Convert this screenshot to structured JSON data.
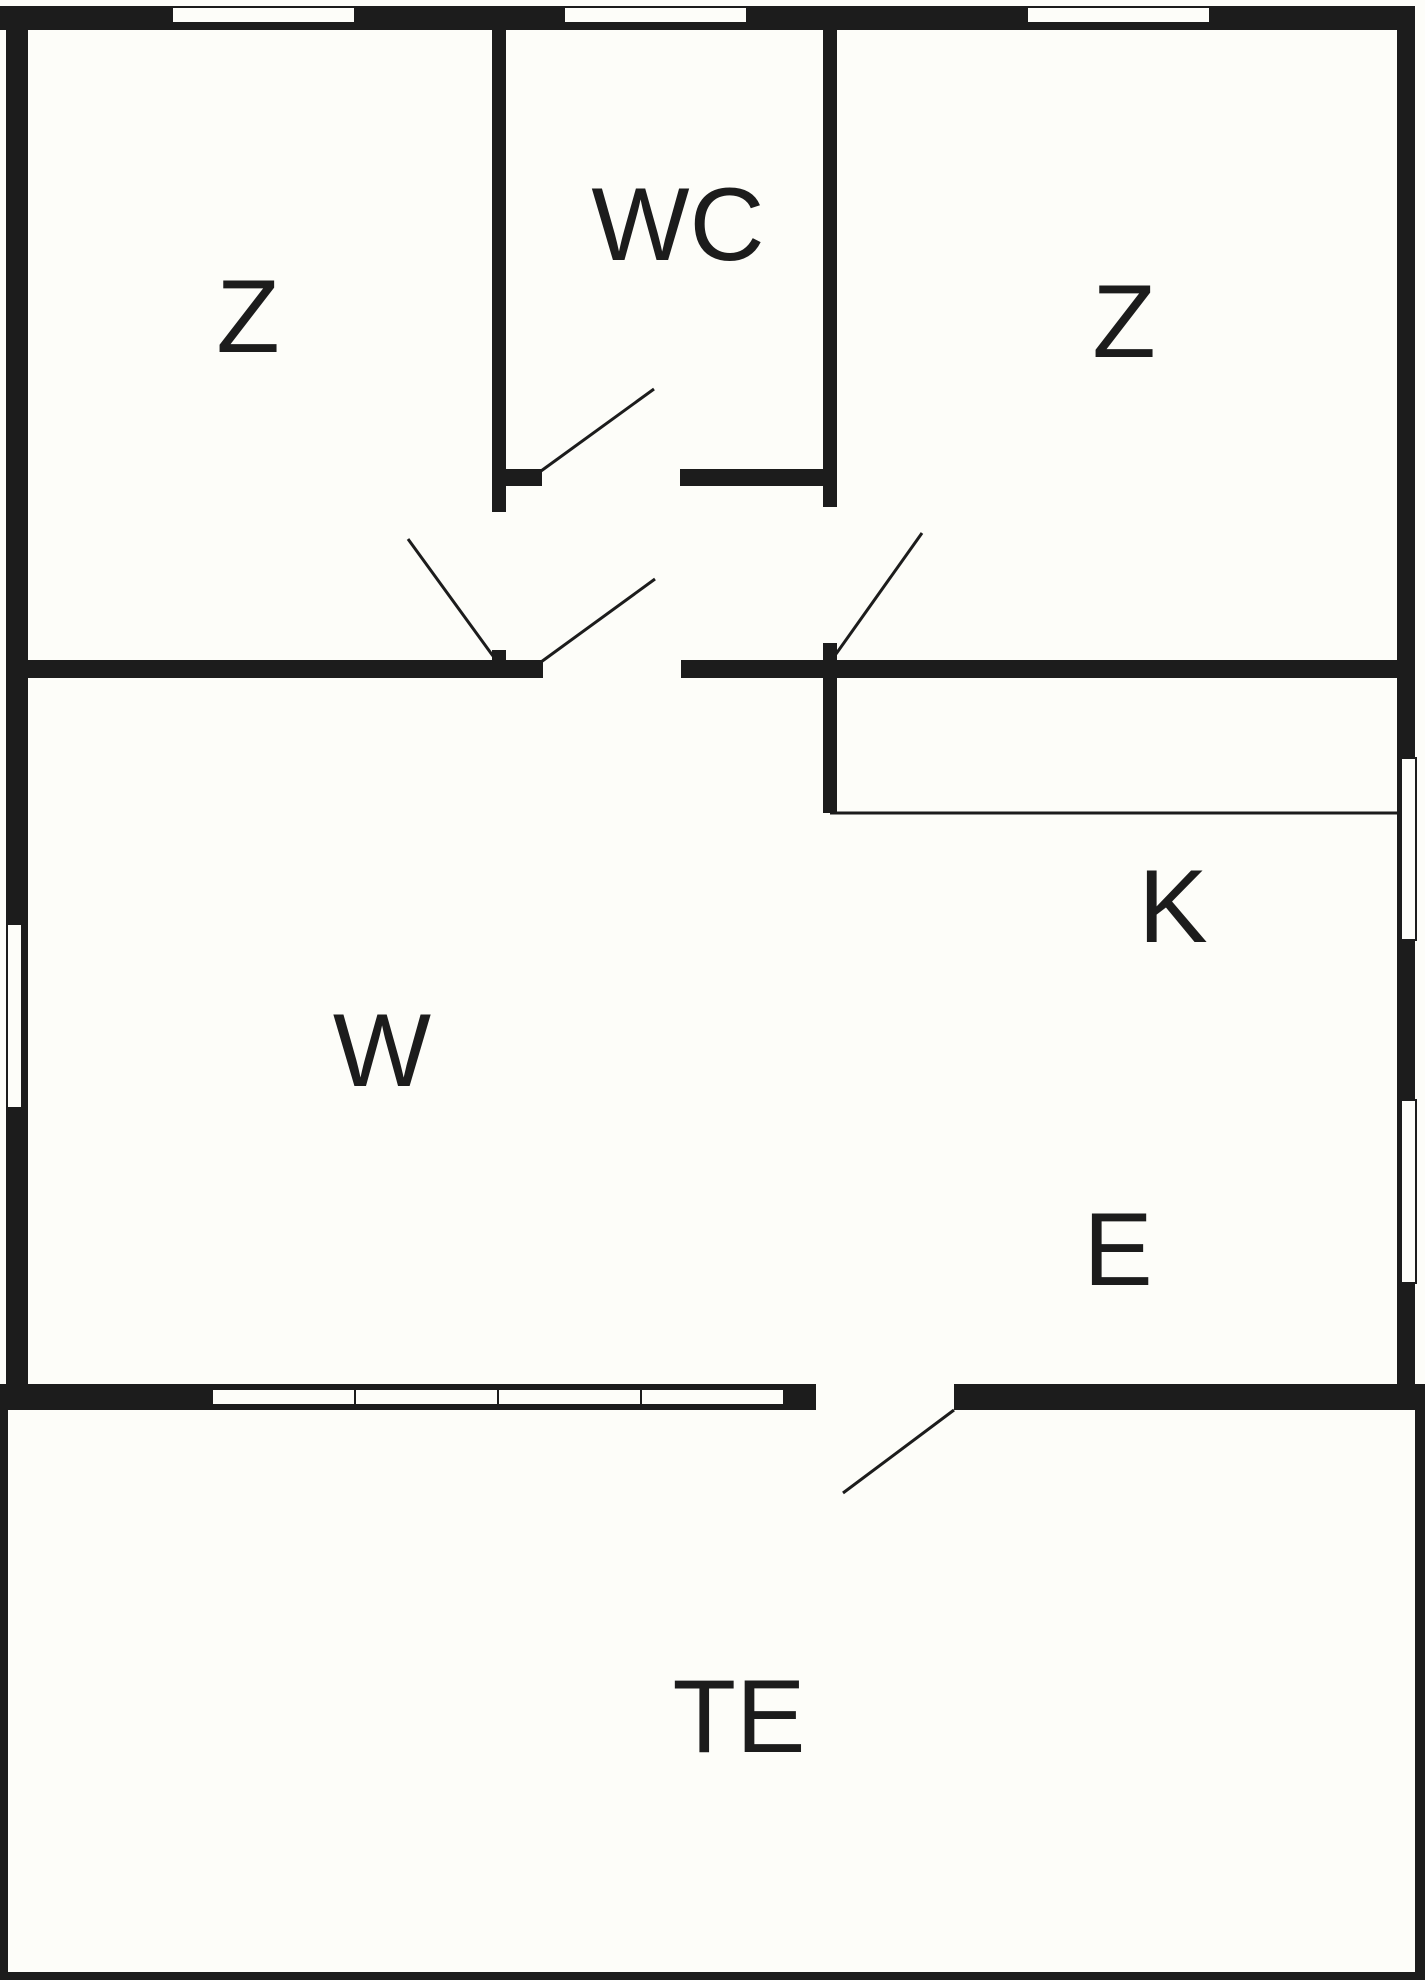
{
  "floor_plan": {
    "rooms": {
      "bedroom_left": "Z",
      "wc": "WC",
      "bedroom_right": "Z",
      "living_room": "W",
      "kitchen": "K",
      "dining": "E",
      "terrace": "TE"
    }
  }
}
